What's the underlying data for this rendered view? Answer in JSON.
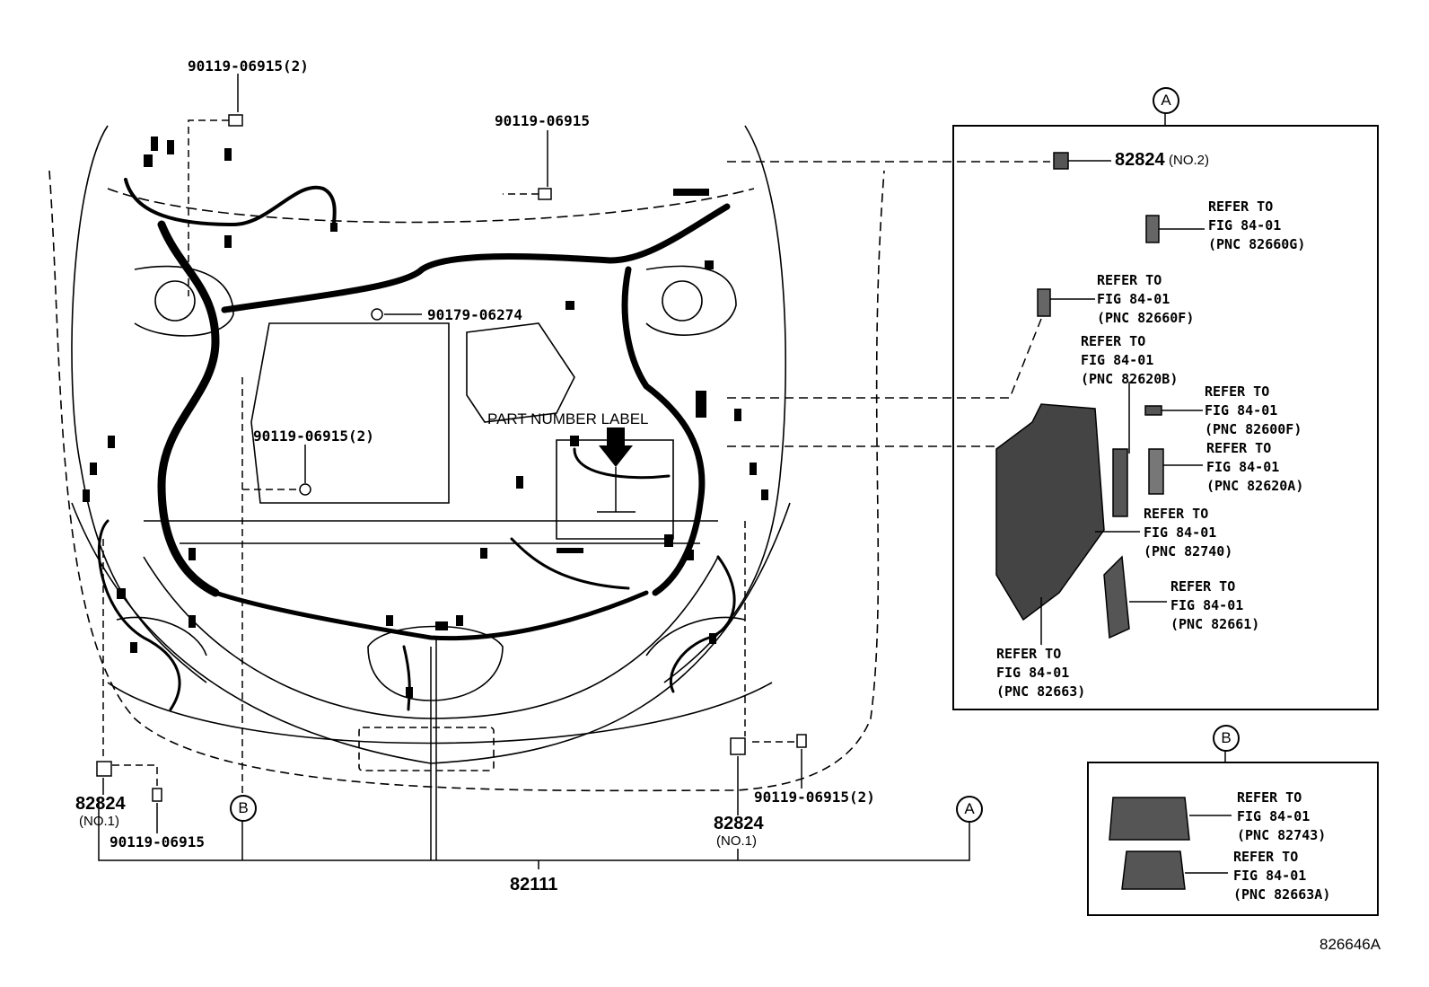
{
  "callouts": {
    "a_top": "A",
    "b_top": "B",
    "a_bottom": "A",
    "b_bottom": "B"
  },
  "labels": {
    "bolt_top_left": "90119-06915(2)",
    "bolt_top_center": "90119-06915",
    "bolt_90179": "90179-06274",
    "bolt_mid": "90119-06915(2)",
    "part_number_label": "PART NUMBER LABEL",
    "bolt_bottom_right": "90119-06915(2)",
    "bolt_bottom_left": "90119-06915",
    "clamp_left_num": "82824",
    "clamp_left_sub": "(NO.1)",
    "clamp_right_num": "82824",
    "clamp_right_sub": "(NO.1)",
    "wire_main": "82111",
    "clamp_no2_num": "82824",
    "clamp_no2_sub": "(NO.2)",
    "figure_code": "826646A"
  },
  "refers": [
    {
      "line1": "REFER TO",
      "line2": "FIG 84-01",
      "line3": "(PNC 82660G)"
    },
    {
      "line1": "REFER TO",
      "line2": "FIG 84-01",
      "line3": "(PNC 82660F)"
    },
    {
      "line1": "REFER TO",
      "line2": "FIG 84-01",
      "line3": "(PNC 82620B)"
    },
    {
      "line1": "REFER TO",
      "line2": "FIG 84-01",
      "line3": "(PNC 82600F)"
    },
    {
      "line1": "REFER TO",
      "line2": "FIG 84-01",
      "line3": "(PNC 82620A)"
    },
    {
      "line1": "REFER TO",
      "line2": "FIG 84-01",
      "line3": "(PNC 82740)"
    },
    {
      "line1": "REFER TO",
      "line2": "FIG 84-01",
      "line3": "(PNC 82661)"
    },
    {
      "line1": "REFER TO",
      "line2": "FIG 84-01",
      "line3": "(PNC 82663)"
    },
    {
      "line1": "REFER TO",
      "line2": "FIG 84-01",
      "line3": "(PNC 82743)"
    },
    {
      "line1": "REFER TO",
      "line2": "FIG 84-01",
      "line3": "(PNC 82663A)"
    }
  ]
}
